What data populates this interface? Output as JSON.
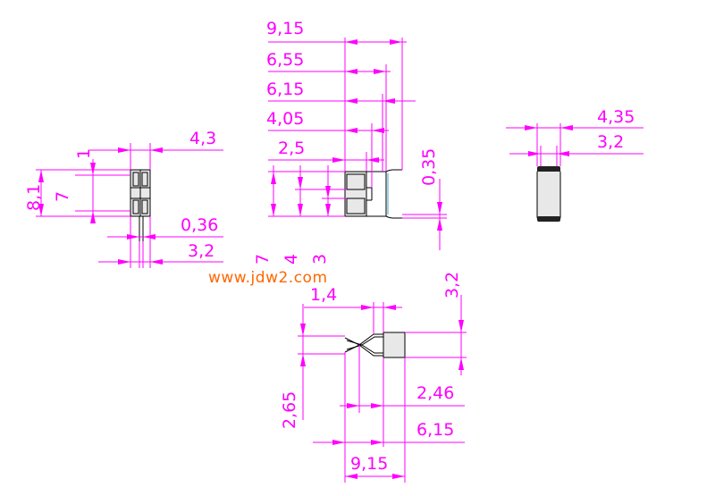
{
  "watermark": "www.jdw2.com",
  "left_view": {
    "width_1": "1",
    "width_4_3": "4,3",
    "height_8_1": "8,1",
    "height_7": "7",
    "pin_0_36": "0,36",
    "pin_3_2": "3,2"
  },
  "side_view": {
    "d_9_15": "9,15",
    "d_6_55": "6,55",
    "d_6_15": "6,15",
    "d_4_05": "4,05",
    "d_2_5": "2,5",
    "d_0_35": "0,35",
    "v_7": "7",
    "v_4": "4",
    "v_3": "3"
  },
  "right_view": {
    "d_4_35": "4,35",
    "d_3_2": "3,2"
  },
  "bottom_view": {
    "d_1_4": "1,4",
    "d_3_2": "3,2",
    "d_2_65": "2,65",
    "d_2_46": "2,46",
    "d_6_15": "6,15",
    "d_9_15": "9,15"
  }
}
